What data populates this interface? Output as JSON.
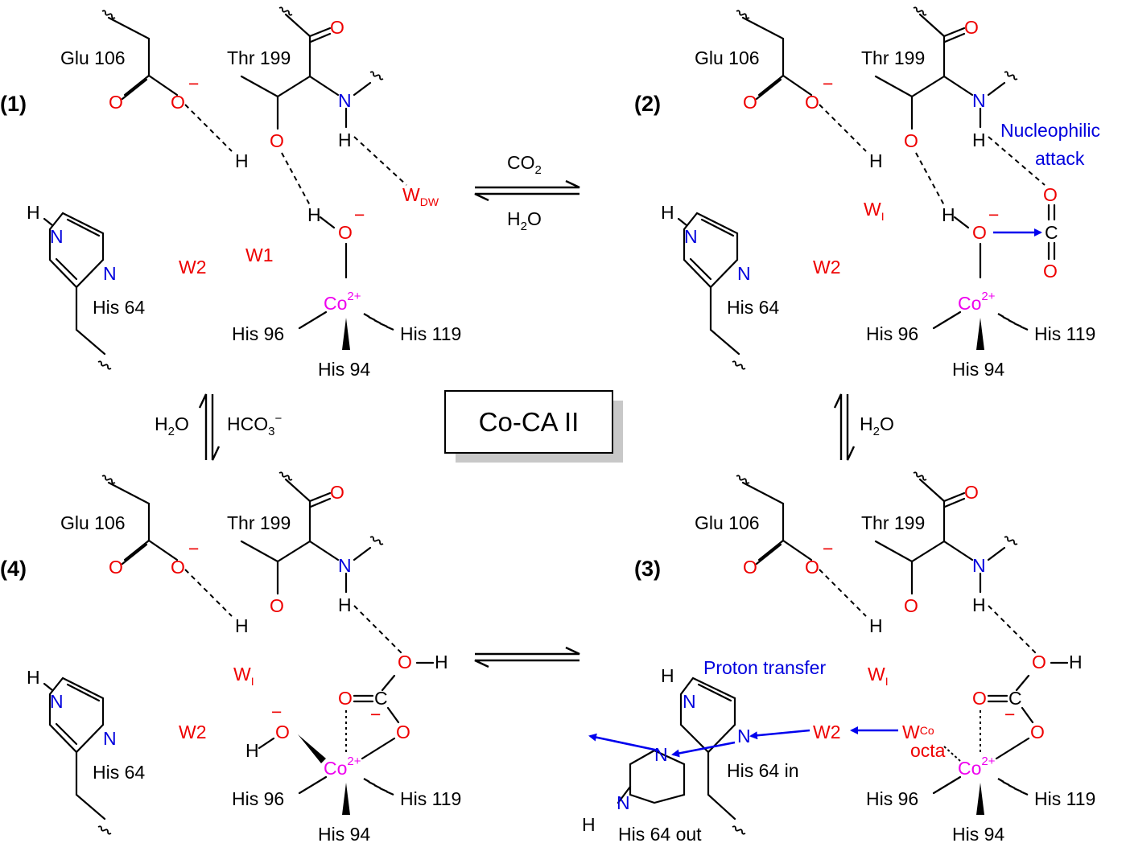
{
  "panels": {
    "p1": {
      "number": "(1)",
      "glu": "Glu 106",
      "thr": "Thr 199",
      "w2": "W2",
      "w1": "W1",
      "wdw": "W",
      "wdw_sub": "DW",
      "his64": "His 64",
      "his96": "His 96",
      "his119": "His 119",
      "his94": "His 94",
      "co": "Co",
      "co_charge": "2+"
    },
    "p2": {
      "number": "(2)",
      "glu": "Glu 106",
      "thr": "Thr 199",
      "w2": "W2",
      "wi": "W",
      "wi_sub": "I",
      "his64": "His 64",
      "his96": "His 96",
      "his119": "His 119",
      "his94": "His 94",
      "co": "Co",
      "co_charge": "2+",
      "nuc1": "Nucleophilic",
      "nuc2": "attack"
    },
    "p3": {
      "number": "(3)",
      "glu": "Glu 106",
      "thr": "Thr 199",
      "w2": "W2",
      "wi": "W",
      "wi_sub": "I",
      "wco": "W",
      "wco_sub1": "Co",
      "wco_sub2": "octa",
      "his64in": "His 64 in",
      "his64out": "His 64 out",
      "his96": "His 96",
      "his119": "His 119",
      "his94": "His 94",
      "co": "Co",
      "co_charge": "2+",
      "proton": "Proton transfer"
    },
    "p4": {
      "number": "(4)",
      "glu": "Glu 106",
      "thr": "Thr 199",
      "w2": "W2",
      "wi": "W",
      "wi_sub": "I",
      "his64": "His 64",
      "his96": "His 96",
      "his119": "His 119",
      "his94": "His 94",
      "co": "Co",
      "co_charge": "2+"
    }
  },
  "arrows": {
    "top_above": "CO",
    "top_above_sub": "2",
    "top_below": "H",
    "top_below_sub": "2",
    "top_below_tail": "O",
    "left_h2o": "H",
    "left_h2o_sub": "2",
    "left_h2o_tail": "O",
    "left_hco3": "HCO",
    "left_hco3_sub": "3",
    "left_hco3_sup": "−",
    "right_h2o": "H",
    "right_h2o_sub": "2",
    "right_h2o_tail": "O"
  },
  "center_label": "Co-CA II",
  "atoms": {
    "O": "O",
    "N": "N",
    "H": "H",
    "C": "C",
    "minus": "−"
  },
  "colors": {
    "oxygen": "#ee0000",
    "nitrogen": "#0000dd",
    "cobalt": "#ee00ee",
    "annotation": "#0000ee"
  }
}
